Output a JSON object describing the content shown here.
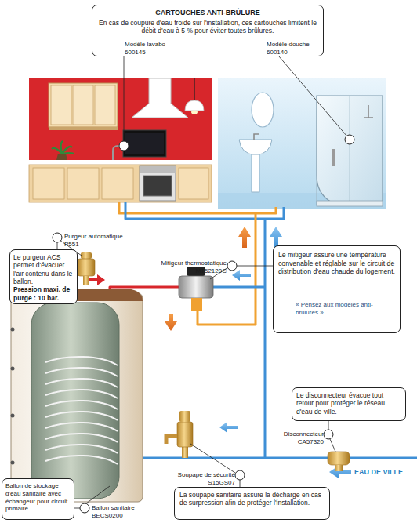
{
  "diagram": {
    "nodes": [
      {
        "text": [
          "CARTOUCHES ANTI-BRÛLURE",
          "En cas de coupure d'eau froide sur l'installation, ces cartouches limitent le débit d'eau à 5 % pour éviter toutes brûlures.",
          "Modèle lavabo 600145",
          "Modèle douche 600140"
        ]
      },
      {
        "text": [
          "Le purgeur ACS permet d'évacuer l'air contenu dans le ballon.",
          "Pression maxi. de purge : 10 bar."
        ]
      },
      {
        "text": [
          "Le mitigeur assure une température convenable et réglable sur le circuit de distribution d'eau chaude du logement.",
          "« Pensez aux modèles anti-brûlures »"
        ]
      },
      {
        "text": [
          "Le disconnecteur évacue tout retour pour protéger le réseau d'eau de ville."
        ]
      },
      {
        "text": [
          "Ballon de stockage d'eau sanitaire avec échangeur pour circuit primaire."
        ]
      },
      {
        "text": [
          "La soupape sanitaire assure la décharge en cas de surpression afin de protéger l'installation."
        ]
      }
    ],
    "labels": [
      "Purgeur automatique P551",
      "Mitigeur thermostatique MT52120C",
      "Disconnecteur CA57320",
      "EAU DE VILLE",
      "Soupape de sécurité S15GS07",
      "Ballon sanitaire BECS0200"
    ]
  }
}
